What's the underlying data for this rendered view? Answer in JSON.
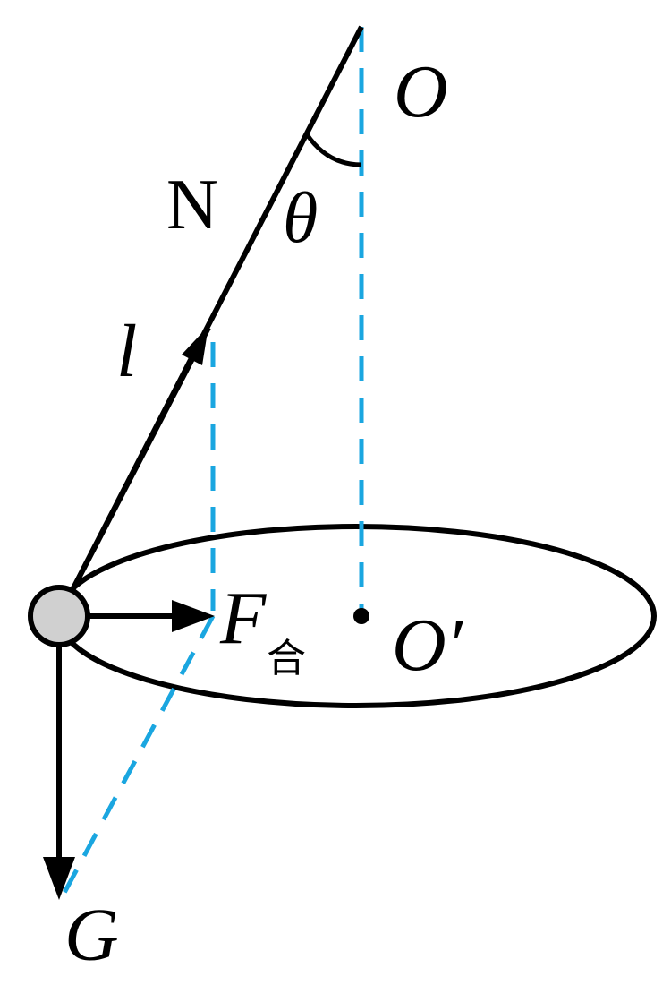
{
  "labels": {
    "pivot": "O",
    "angle": "θ",
    "tension": "N",
    "length": "l",
    "net_force": "F",
    "net_force_subscript": "合",
    "center": "O′",
    "gravity": "G"
  },
  "colors": {
    "stroke": "#000000",
    "guide_dashed": "#1aa6e0",
    "ball_fill": "#d0d0d0"
  }
}
